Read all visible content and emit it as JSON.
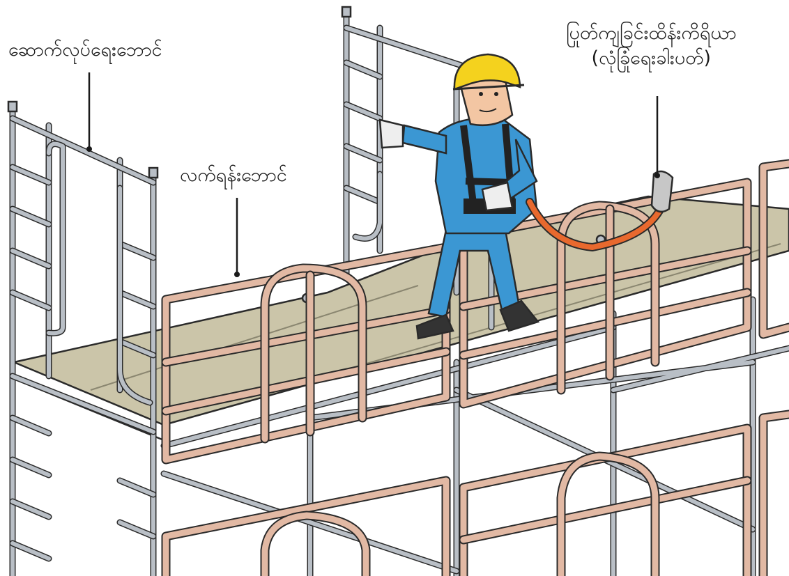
{
  "labels": {
    "work_frame": "ဆောက်လုပ်ရေးဘောင်",
    "handrail_frame": "လက်ရန်းဘောင်",
    "fall_arrest_line1": "ပြုတ်ကျခြင်းထိန်းကိရိယာ",
    "fall_arrest_line2": "(လုံခြုံရေးခါးပတ်)"
  },
  "colors": {
    "scaffold_steel": "#b9bfc6",
    "handrail": "#e2b9a4",
    "deck": "#cbc5a9",
    "worker_suit": "#3b97d3",
    "helmet": "#f4d21e",
    "lanyard": "#e8692e",
    "outline": "#2a2a2a"
  }
}
